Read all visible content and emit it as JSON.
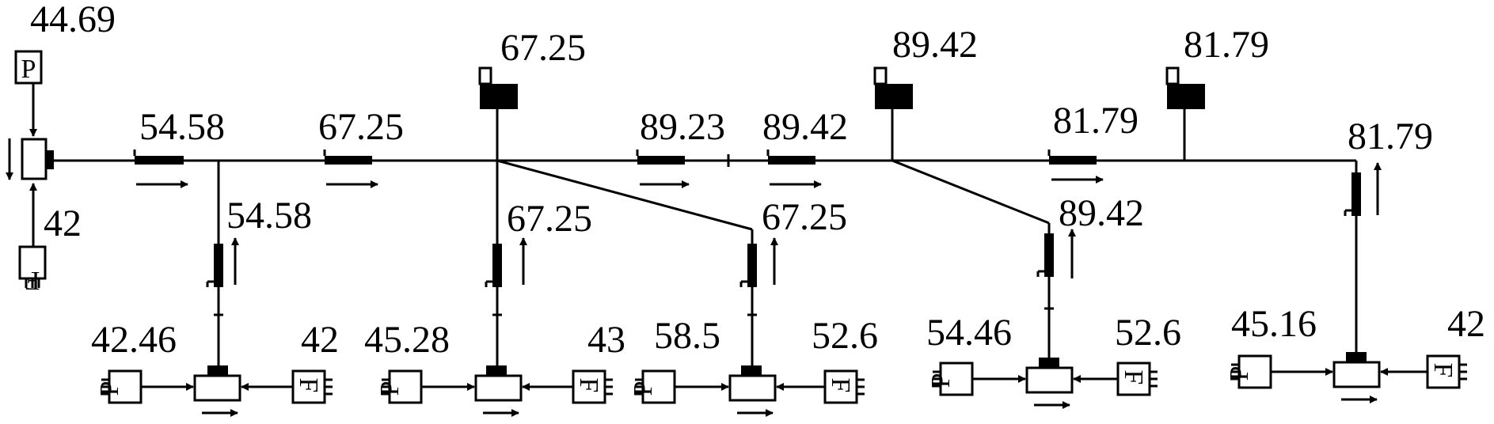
{
  "colors": {
    "line": "#000000",
    "background": "#ffffff"
  },
  "top_source": {
    "box": "P",
    "value": "44.69"
  },
  "bottom_source": {
    "box": "F",
    "value": "42"
  },
  "main_labels": {
    "m1": "54.58",
    "m2": "67.25",
    "m3": "89.23",
    "m4": "89.42",
    "m5": "81.79"
  },
  "top_nodes": [
    {
      "value": "67.25"
    },
    {
      "value": "89.42"
    },
    {
      "value": "81.79"
    }
  ],
  "branches": [
    {
      "valve": "54.58",
      "left_box": "P",
      "left_value": "42.46",
      "right_box": "F",
      "right_value": "42"
    },
    {
      "valve": "67.25",
      "left_box": "P",
      "left_value": "45.28",
      "right_box": "F",
      "right_value": "43"
    },
    {
      "valve": "67.25",
      "left_box": "P",
      "left_value": "58.5",
      "right_box": "F",
      "right_value": "52.6"
    },
    {
      "valve": "89.42",
      "left_box": "P",
      "left_value": "54.46",
      "right_box": "F",
      "right_value": "52.6"
    },
    {
      "valve": "81.79",
      "left_box": "P",
      "left_value": "45.16",
      "right_box": "F",
      "right_value": "42"
    }
  ]
}
